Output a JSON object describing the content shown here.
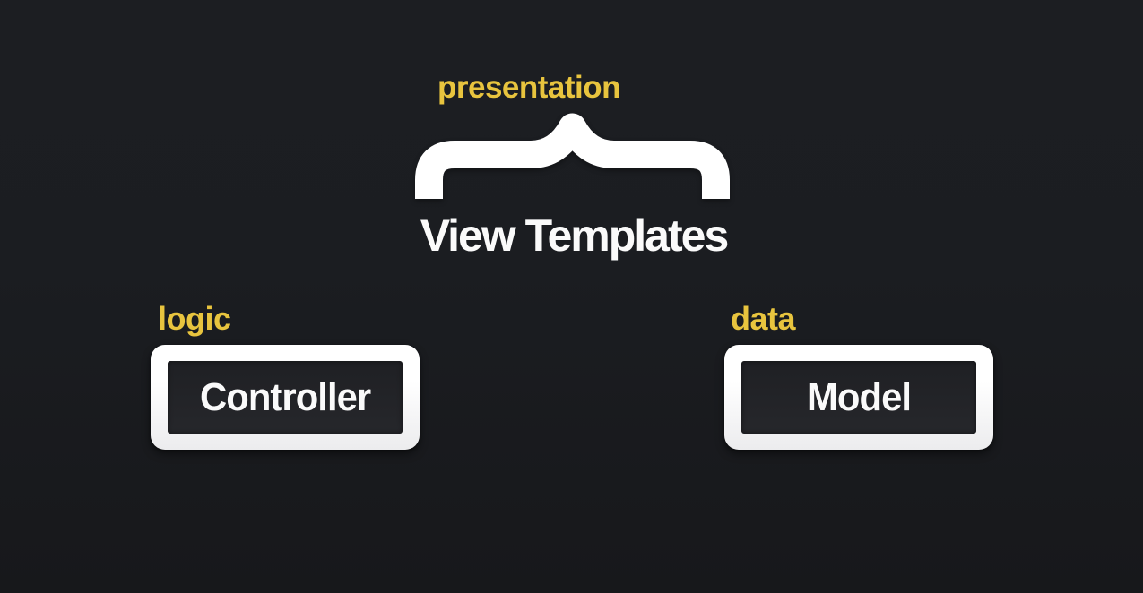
{
  "colors": {
    "background_top": "#1c1e22",
    "background_bottom": "#17181b",
    "accent_yellow": "#e8c43e",
    "text_white": "#fafafa",
    "box_frame_white": "#ffffff",
    "box_inner_dark": "#232428",
    "brace_white": "#ffffff"
  },
  "diagram": {
    "view": {
      "annotation": "presentation",
      "title": "View Templates"
    },
    "controller": {
      "annotation": "logic",
      "title": "Controller"
    },
    "model": {
      "annotation": "data",
      "title": "Model"
    }
  }
}
